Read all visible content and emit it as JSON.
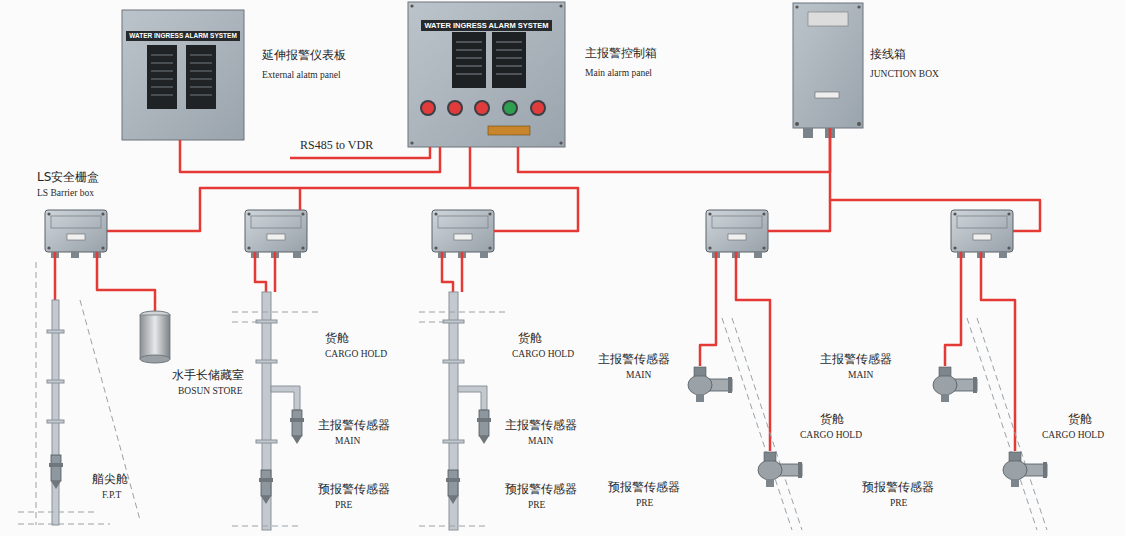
{
  "diagram": {
    "nodes": [
      {
        "text": [
          "WATER INGRESS ALARM SYSTEM",
          "延伸报警仪表板",
          "External alatm panel"
        ]
      },
      {
        "text": [
          "WATER INGRESS ALARM SYSTEM",
          "主报警控制箱",
          "Main alarm panel"
        ]
      },
      {
        "text": [
          "接线箱",
          "JUNCTION BOX"
        ]
      },
      {
        "text": [
          "LS安全栅盒",
          "LS Barrier box"
        ]
      }
    ],
    "edges": [
      {
        "from": 0,
        "to": 1,
        "arrow": "none"
      },
      {
        "from": 1,
        "to": 2,
        "arrow": "none"
      },
      {
        "from": 1,
        "to": 3,
        "arrow": "none"
      }
    ],
    "labels": [
      "RS485 to VDR",
      "货舱",
      "CARGO HOLD",
      "主报警传感器",
      "MAIN",
      "预报警传感器",
      "PRE",
      "货舱",
      "CARGO HOLD",
      "主报警传感器",
      "MAIN",
      "预报警传感器",
      "PRE",
      "主报警传感器",
      "MAIN",
      "货舱",
      "CARGO HOLD",
      "预报警传感器",
      "PRE",
      "主报警传感器",
      "MAIN",
      "货舱",
      "CARGO HOLD",
      "预报警传感器",
      "PRE",
      "水手长储藏室",
      "BOSUN STORE",
      "艏尖舱",
      "F.P.T"
    ]
  }
}
